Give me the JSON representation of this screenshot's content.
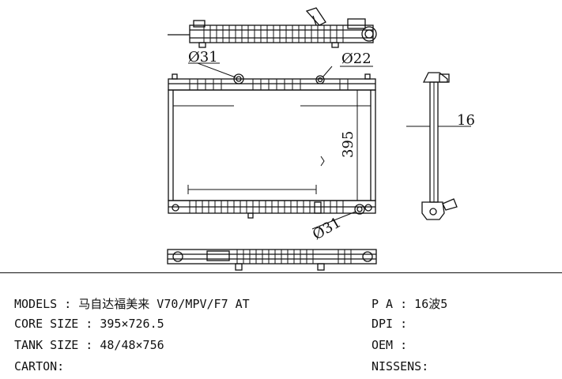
{
  "drawing": {
    "dims": {
      "d31_top": "Ø31",
      "d22": "Ø22",
      "height": "395",
      "thickness": "16",
      "d31_bottom": "Ø31"
    }
  },
  "specs": {
    "models": "MODELS : 马自达福美来 V70/MPV/F7 AT",
    "core_size": "CORE SIZE : 395×726.5",
    "tank_size": "TANK SIZE : 48/48×756",
    "carton": "CARTON:",
    "pa": "P A : 16波5",
    "dpi": "DPI :",
    "oem": "OEM :",
    "nissens": "NISSENS:"
  }
}
